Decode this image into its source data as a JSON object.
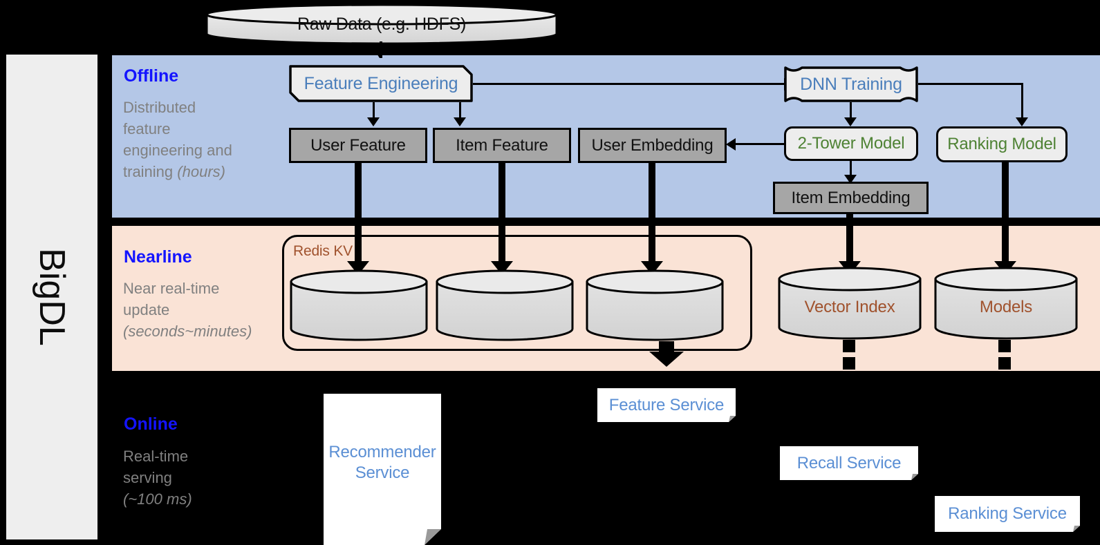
{
  "framework": {
    "name": "BigDL"
  },
  "source": {
    "label": "Raw Data (e.g. HDFS)"
  },
  "stages": [
    {
      "key": "offline",
      "title": "Offline",
      "description_line1": "Distributed",
      "description_line2": "feature",
      "description_line3": "engineering and",
      "description_line4_pre": "training ",
      "description_line4_em": "(hours)",
      "band_color": "#b4c7e7"
    },
    {
      "key": "nearline",
      "title": "Nearline",
      "description_line1": "Near real-time",
      "description_line2": "update",
      "description_line3_em": "(seconds~minutes)",
      "band_color": "#fae3d6"
    },
    {
      "key": "online",
      "title": "Online",
      "description_line1": "Real-time",
      "description_line2": "serving",
      "description_line3_em": "(~100 ms)",
      "band_color": "#000000"
    }
  ],
  "offline": {
    "feature_engineering": {
      "label": "Feature Engineering",
      "color": "#4a7ebb"
    },
    "dnn_training": {
      "label": "DNN Training",
      "color": "#4a7ebb"
    },
    "user_feature": {
      "label": "User Feature"
    },
    "item_feature": {
      "label": "Item Feature"
    },
    "user_embedding": {
      "label": "User Embedding"
    },
    "two_tower_model": {
      "label": "2-Tower Model",
      "color": "#4e8234"
    },
    "ranking_model": {
      "label": "Ranking Model",
      "color": "#4e8234"
    },
    "item_embedding": {
      "label": "Item Embedding"
    }
  },
  "nearline": {
    "redis_kv": {
      "label": "Redis KV",
      "color": "#a0522d"
    },
    "stores": [
      {
        "label": ""
      },
      {
        "label": ""
      },
      {
        "label": ""
      }
    ],
    "vector_index": {
      "label": "Vector Index",
      "color": "#a0522d"
    },
    "models": {
      "label": "Models",
      "color": "#a0522d"
    }
  },
  "online": {
    "recommender_service": {
      "label": "Recommender Service",
      "line1": "Recommender",
      "line2": "Service",
      "color": "#5b8fd4"
    },
    "feature_service": {
      "label": "Feature Service",
      "color": "#5b8fd4"
    },
    "recall_service": {
      "label": "Recall Service",
      "color": "#5b8fd4"
    },
    "ranking_service": {
      "label": "Ranking Service",
      "color": "#5b8fd4"
    }
  },
  "palette": {
    "offline_band": "#b4c7e7",
    "nearline_band": "#fae3d6",
    "online_band": "#000000",
    "rail": "#eeeeee",
    "data_box": "#a6a6a6",
    "process_box": "#ededed",
    "stage_title": "#1414ff",
    "stage_desc": "#808080"
  }
}
